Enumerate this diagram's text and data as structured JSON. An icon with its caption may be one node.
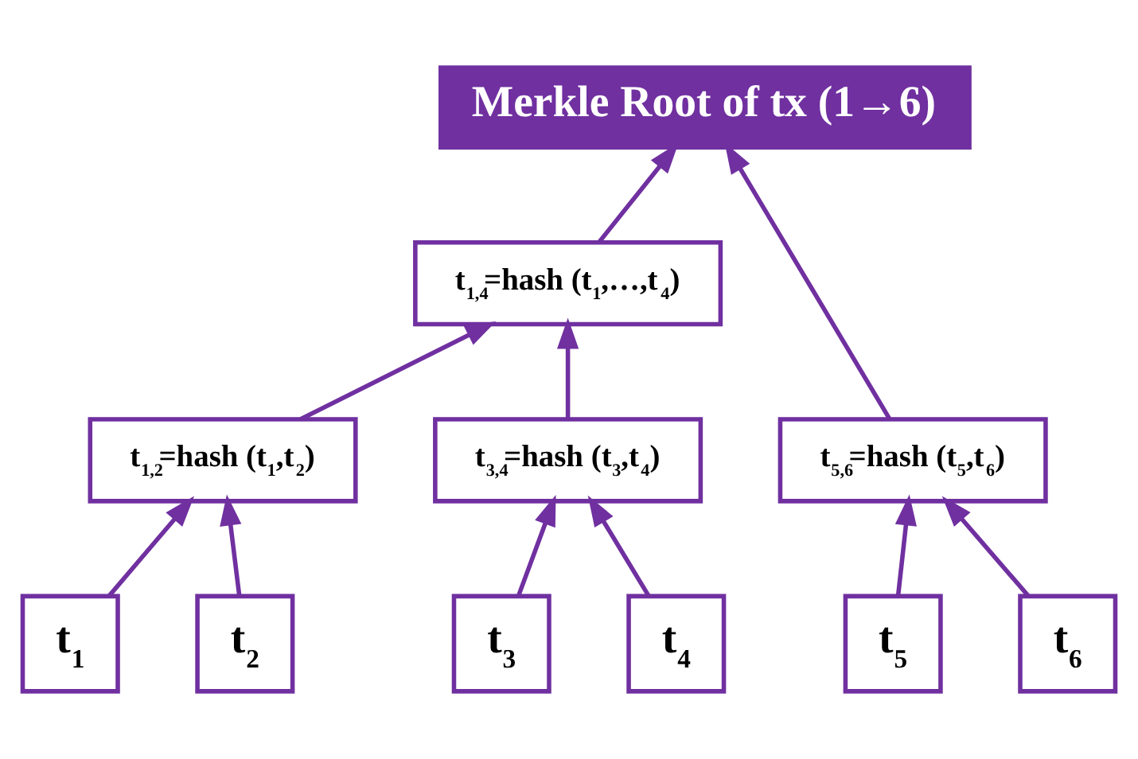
{
  "diagram": {
    "nodes": [
      {
        "text": [
          "Merkle Root of tx (1→6)"
        ]
      },
      {
        "text": [
          "t$_{1,4}$=hash (t$_{1}$,…,t$_{4}$)"
        ]
      },
      {
        "text": [
          "t$_{5,6}$=hash (t$_{5}$,t$_{6}$)"
        ]
      },
      {
        "text": [
          "t$_{1,2}$=hash (t$_{1}$,t$_{2}$)"
        ]
      },
      {
        "text": [
          "t$_{3,4}$=hash (t$_{3}$,t$_{4}$)"
        ]
      },
      {
        "text": [
          "t$_{1}$"
        ]
      },
      {
        "text": [
          "t$_{2}$"
        ]
      },
      {
        "text": [
          "t$_{3}$"
        ]
      },
      {
        "text": [
          "t$_{4}$"
        ]
      },
      {
        "text": [
          "t$_{5}$"
        ]
      },
      {
        "text": [
          "t$_{6}$"
        ]
      }
    ],
    "edges": [
      {
        "from": 1,
        "to": 0,
        "arrow": "to"
      },
      {
        "from": 2,
        "to": 0,
        "arrow": "to"
      },
      {
        "from": 3,
        "to": 1,
        "arrow": "to"
      },
      {
        "from": 4,
        "to": 1,
        "arrow": "to"
      },
      {
        "from": 5,
        "to": 3,
        "arrow": "to"
      },
      {
        "from": 6,
        "to": 3,
        "arrow": "to"
      },
      {
        "from": 7,
        "to": 4,
        "arrow": "to"
      },
      {
        "from": 8,
        "to": 4,
        "arrow": "to"
      },
      {
        "from": 9,
        "to": 2,
        "arrow": "to"
      },
      {
        "from": 10,
        "to": 2,
        "arrow": "to"
      }
    ]
  }
}
